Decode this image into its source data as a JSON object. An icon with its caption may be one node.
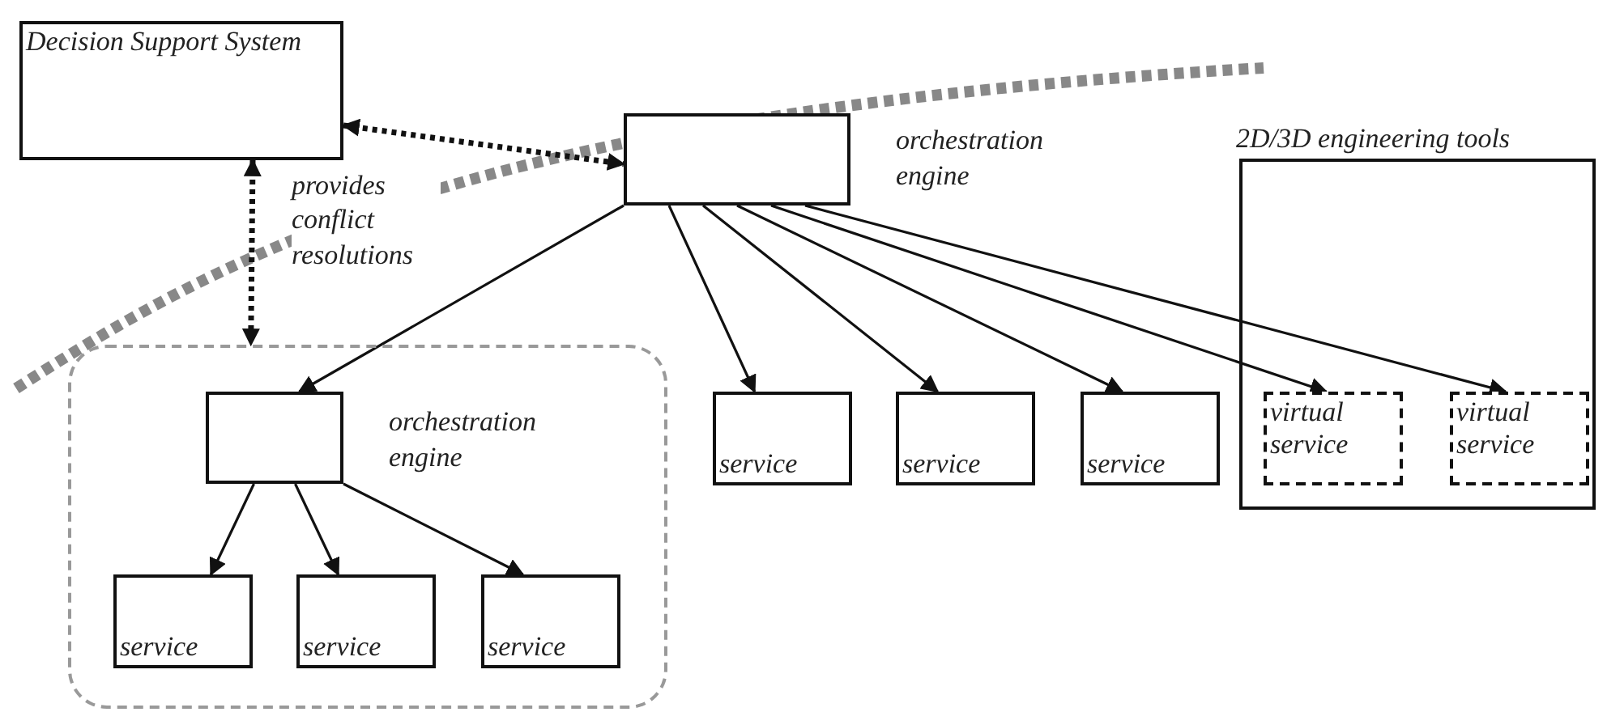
{
  "diagram": {
    "nodes": [
      {
        "text": [
          "Decision Support System"
        ]
      },
      {
        "text": [],
        "shape": "box",
        "beside": [
          "orchestration engine"
        ]
      },
      {
        "text": [],
        "shape": "box"
      },
      {
        "text": [],
        "shape": "box",
        "beside": [
          "orchestration engine"
        ],
        "in": 2
      },
      {
        "text": [
          "service"
        ],
        "in": 2
      },
      {
        "text": [
          "service"
        ],
        "in": 2
      },
      {
        "text": [
          "service"
        ],
        "in": 2
      },
      {
        "text": [
          "service"
        ]
      },
      {
        "text": [
          "service"
        ]
      },
      {
        "text": [
          "service"
        ]
      },
      {
        "text": [
          "2D/3D engineering tools"
        ]
      },
      {
        "text": [
          "virtual service"
        ],
        "in": 10
      },
      {
        "text": [
          "virtual service"
        ],
        "in": 10
      }
    ],
    "edges": [
      {
        "from": 0,
        "to": 1,
        "arrow": "both",
        "style": "dashed"
      },
      {
        "from": 0,
        "to": 2,
        "arrow": "both",
        "style": "dashed",
        "label": "provides conflict resolutions"
      },
      {
        "from": 1,
        "to": 3,
        "arrow": "to"
      },
      {
        "from": 1,
        "to": 7,
        "arrow": "to"
      },
      {
        "from": 1,
        "to": 8,
        "arrow": "to"
      },
      {
        "from": 1,
        "to": 9,
        "arrow": "to"
      },
      {
        "from": 1,
        "to": 11,
        "arrow": "to"
      },
      {
        "from": 1,
        "to": 12,
        "arrow": "to"
      },
      {
        "from": 3,
        "to": 4,
        "arrow": "to"
      },
      {
        "from": 3,
        "to": 5,
        "arrow": "to"
      },
      {
        "from": 3,
        "to": 6,
        "arrow": "to"
      }
    ]
  }
}
